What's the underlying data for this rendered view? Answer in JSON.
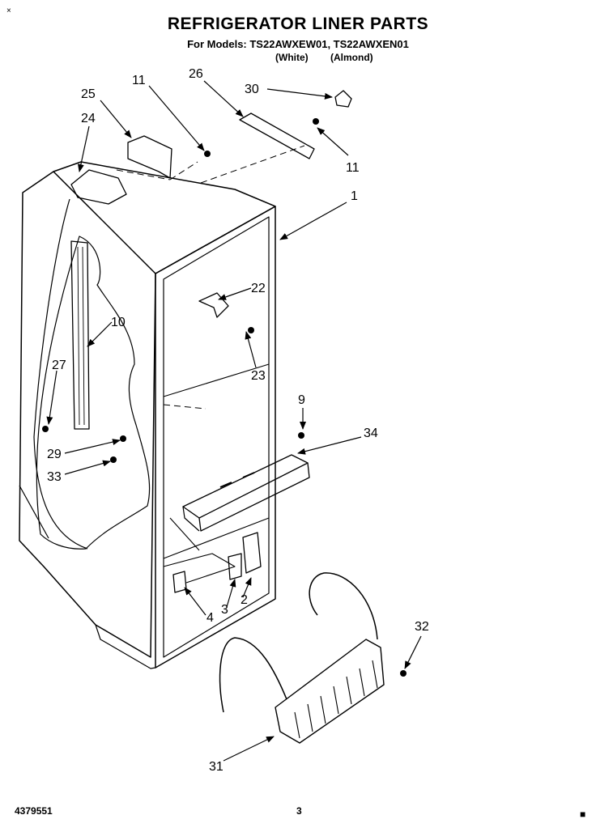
{
  "header": {
    "corner_mark": "×",
    "title": "REFRIGERATOR LINER PARTS",
    "subtitle": "For Models: TS22AWXEW01, TS22AWXEN01",
    "variant_white": "(White)",
    "variant_almond": "(Almond)"
  },
  "callouts": {
    "c25": "25",
    "c24": "24",
    "c11a": "11",
    "c26": "26",
    "c30": "30",
    "c11b": "11",
    "c1": "1",
    "c22": "22",
    "c10": "10",
    "c23": "23",
    "c27": "27",
    "c9": "9",
    "c34": "34",
    "c29": "29",
    "c33": "33",
    "c4": "4",
    "c3": "3",
    "c2": "2",
    "c32": "32",
    "c31": "31"
  },
  "footer": {
    "doc_number": "4379551",
    "page_number": "3",
    "corner_glyph": "■"
  }
}
